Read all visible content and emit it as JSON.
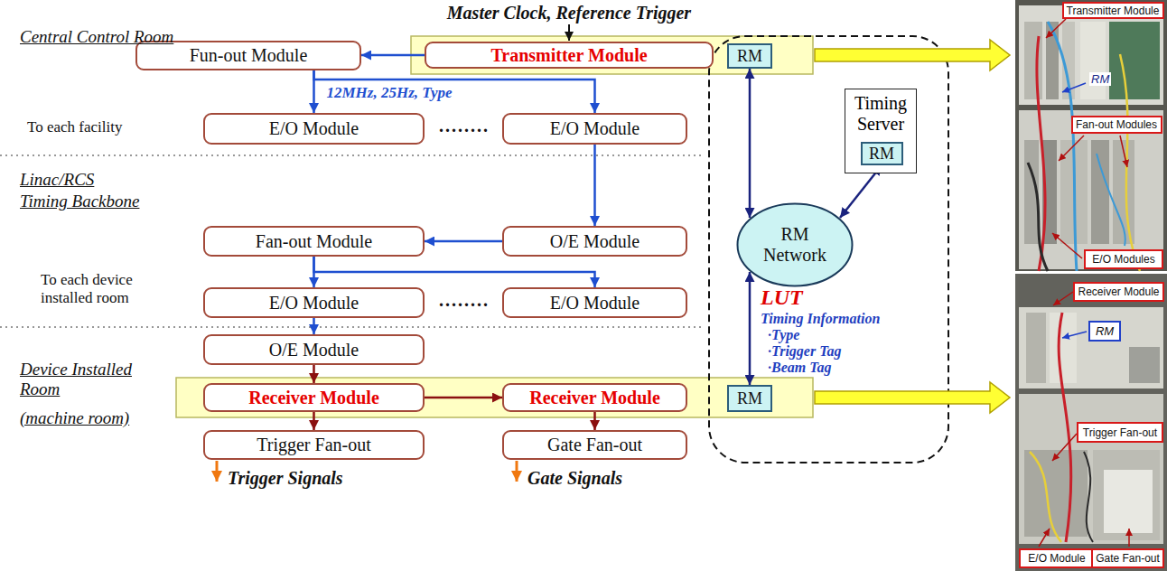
{
  "diagram": {
    "nodes": [
      {
        "text": [
          "Fun-out Module"
        ]
      },
      {
        "text": [
          "Transmitter Module"
        ]
      },
      {
        "text": [
          "RM"
        ]
      },
      {
        "text": [
          "Timing Server"
        ]
      },
      {
        "text": [
          "RM"
        ],
        "in": 3
      },
      {
        "text": [
          "E/O Module"
        ]
      },
      {
        "text": [
          "E/O Module"
        ]
      },
      {
        "text": [
          "RM Network"
        ]
      },
      {
        "text": [
          "Fan-out Module"
        ]
      },
      {
        "text": [
          "O/E Module"
        ]
      },
      {
        "text": [
          "E/O Module"
        ]
      },
      {
        "text": [
          "E/O Module"
        ]
      },
      {
        "text": [
          "O/E Module"
        ]
      },
      {
        "text": [
          "Receiver Module"
        ]
      },
      {
        "text": [
          "Receiver Module"
        ]
      },
      {
        "text": [
          "RM"
        ]
      },
      {
        "text": [
          "Trigger Fan-out"
        ]
      },
      {
        "text": [
          "Gate Fan-out"
        ]
      },
      {
        "text": [
          "Transmitter Module"
        ]
      },
      {
        "text": [
          "Fan-out Modules"
        ]
      },
      {
        "text": [
          "E/O Modules"
        ]
      },
      {
        "text": [
          "Receiver Module"
        ]
      },
      {
        "text": [
          "RM"
        ]
      },
      {
        "text": [
          "Trigger Fan-out"
        ]
      },
      {
        "text": [
          "E/O Module"
        ]
      },
      {
        "text": [
          "Gate Fan-out"
        ]
      }
    ],
    "edges": [
      {
        "from": 1,
        "to": 0,
        "arrow": "to"
      },
      {
        "from": 0,
        "to": 5,
        "arrow": "to",
        "label": "12MHz, 25Hz, Type"
      },
      {
        "from": 0,
        "to": 6,
        "arrow": "to"
      },
      {
        "from": 6,
        "to": 9,
        "arrow": "to"
      },
      {
        "from": 9,
        "to": 8,
        "arrow": "to"
      },
      {
        "from": 8,
        "to": 10,
        "arrow": "to"
      },
      {
        "from": 8,
        "to": 11,
        "arrow": "to"
      },
      {
        "from": 10,
        "to": 12,
        "arrow": "to"
      },
      {
        "from": 12,
        "to": 13,
        "arrow": "to"
      },
      {
        "from": 13,
        "to": 14,
        "arrow": "to"
      },
      {
        "from": 13,
        "to": 16,
        "arrow": "to"
      },
      {
        "from": 14,
        "to": 17,
        "arrow": "to"
      },
      {
        "from": 2,
        "to": 7,
        "arrow": "both"
      },
      {
        "from": 4,
        "to": 7,
        "arrow": "both"
      },
      {
        "from": 7,
        "to": 15,
        "arrow": "both"
      }
    ],
    "labels": [
      "Master Clock, Reference Trigger",
      "Central Control Room",
      "To each facility",
      "........",
      "Linac/RCS",
      "Timing Backbone",
      "To each device installed room",
      "........",
      "Device Installed Room",
      "(machine room)",
      "Trigger Signals",
      "Gate Signals",
      "LUT",
      "Timing Information",
      "·Type",
      "·Trigger Tag",
      "·Beam Tag",
      "RM"
    ]
  }
}
